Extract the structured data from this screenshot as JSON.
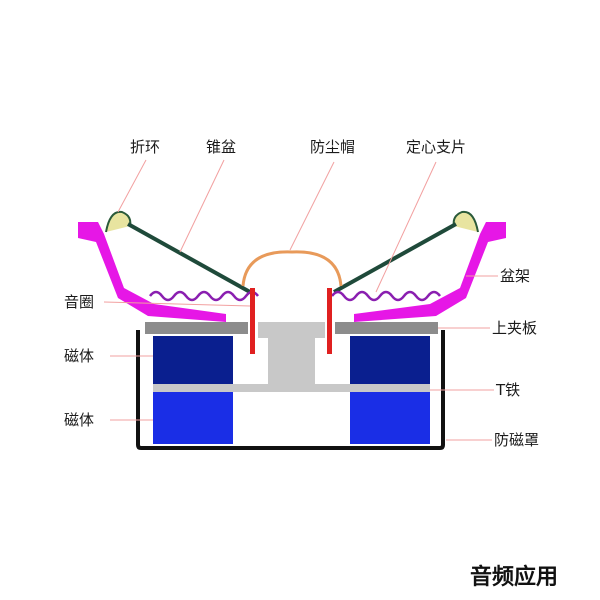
{
  "labels": {
    "surround": "折环",
    "cone": "锥盆",
    "dust_cap": "防尘帽",
    "spider": "定心支片",
    "basket": "盆架",
    "voice_coil": "音圈",
    "top_plate": "上夹板",
    "magnet_upper": "磁体",
    "magnet_lower": "磁体",
    "t_iron": "T铁",
    "shield_cup": "防磁罩"
  },
  "watermark": "音频应用",
  "colors": {
    "basket": "#e617e6",
    "surround": "#e8e4a0",
    "cone": "#1f4a3a",
    "dust_cap": "#e89a5a",
    "spider": "#8a1fb0",
    "voice_coil": "#e02020",
    "plate": "#8c8c8c",
    "t_iron": "#c8c8c8",
    "magnet_upper": "#0a1f8f",
    "magnet_lower": "#1a2ee6",
    "shield": "#111111",
    "leader": "#f2a0a0"
  }
}
